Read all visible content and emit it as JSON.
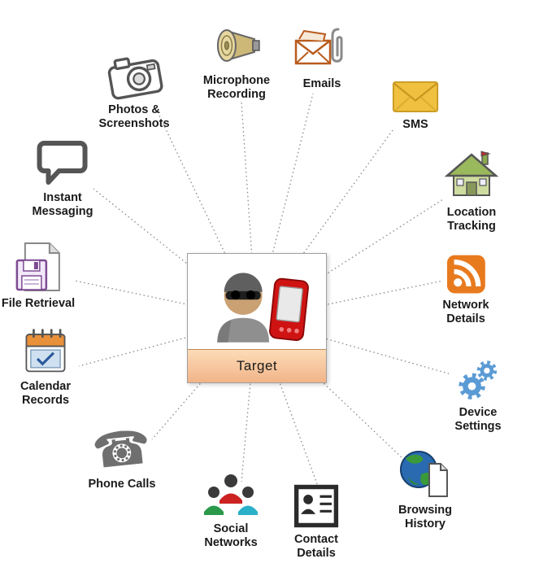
{
  "diagram": {
    "name": "target-data-collection-diagram",
    "center": {
      "label": "Target",
      "icon": "spy-person-and-red-phone-icon"
    },
    "colors": {
      "band_top": "#fcdcb8",
      "band_bottom": "#f2b488",
      "connector": "#888888",
      "rss_orange": "#e87a1e",
      "gear_blue": "#5b9bd5",
      "device_red": "#cc1111",
      "sms_yellow": "#f0c040"
    },
    "nodes": [
      {
        "id": "photos",
        "label": "Photos &\nScreenshots",
        "icon": "camera-icon"
      },
      {
        "id": "microphone",
        "label": "Microphone\nRecording",
        "icon": "loudspeaker-icon"
      },
      {
        "id": "emails",
        "label": "Emails",
        "icon": "envelope-paperclip-icon"
      },
      {
        "id": "sms",
        "label": "SMS",
        "icon": "yellow-envelope-icon"
      },
      {
        "id": "instant",
        "label": "Instant\nMessaging",
        "icon": "speech-bubble-icon"
      },
      {
        "id": "location",
        "label": "Location\nTracking",
        "icon": "house-icon"
      },
      {
        "id": "file",
        "label": "File Retrieval",
        "icon": "floppy-document-icon"
      },
      {
        "id": "network",
        "label": "Network\nDetails",
        "icon": "rss-icon"
      },
      {
        "id": "calendar",
        "label": "Calendar\nRecords",
        "icon": "calendar-icon"
      },
      {
        "id": "device",
        "label": "Device\nSettings",
        "icon": "gears-icon"
      },
      {
        "id": "phone",
        "label": "Phone Calls",
        "icon": "telephone-icon"
      },
      {
        "id": "browsing",
        "label": "Browsing\nHistory",
        "icon": "globe-page-icon"
      },
      {
        "id": "social",
        "label": "Social\nNetworks",
        "icon": "people-group-icon"
      },
      {
        "id": "contact",
        "label": "Contact\nDetails",
        "icon": "contact-card-icon"
      }
    ]
  }
}
